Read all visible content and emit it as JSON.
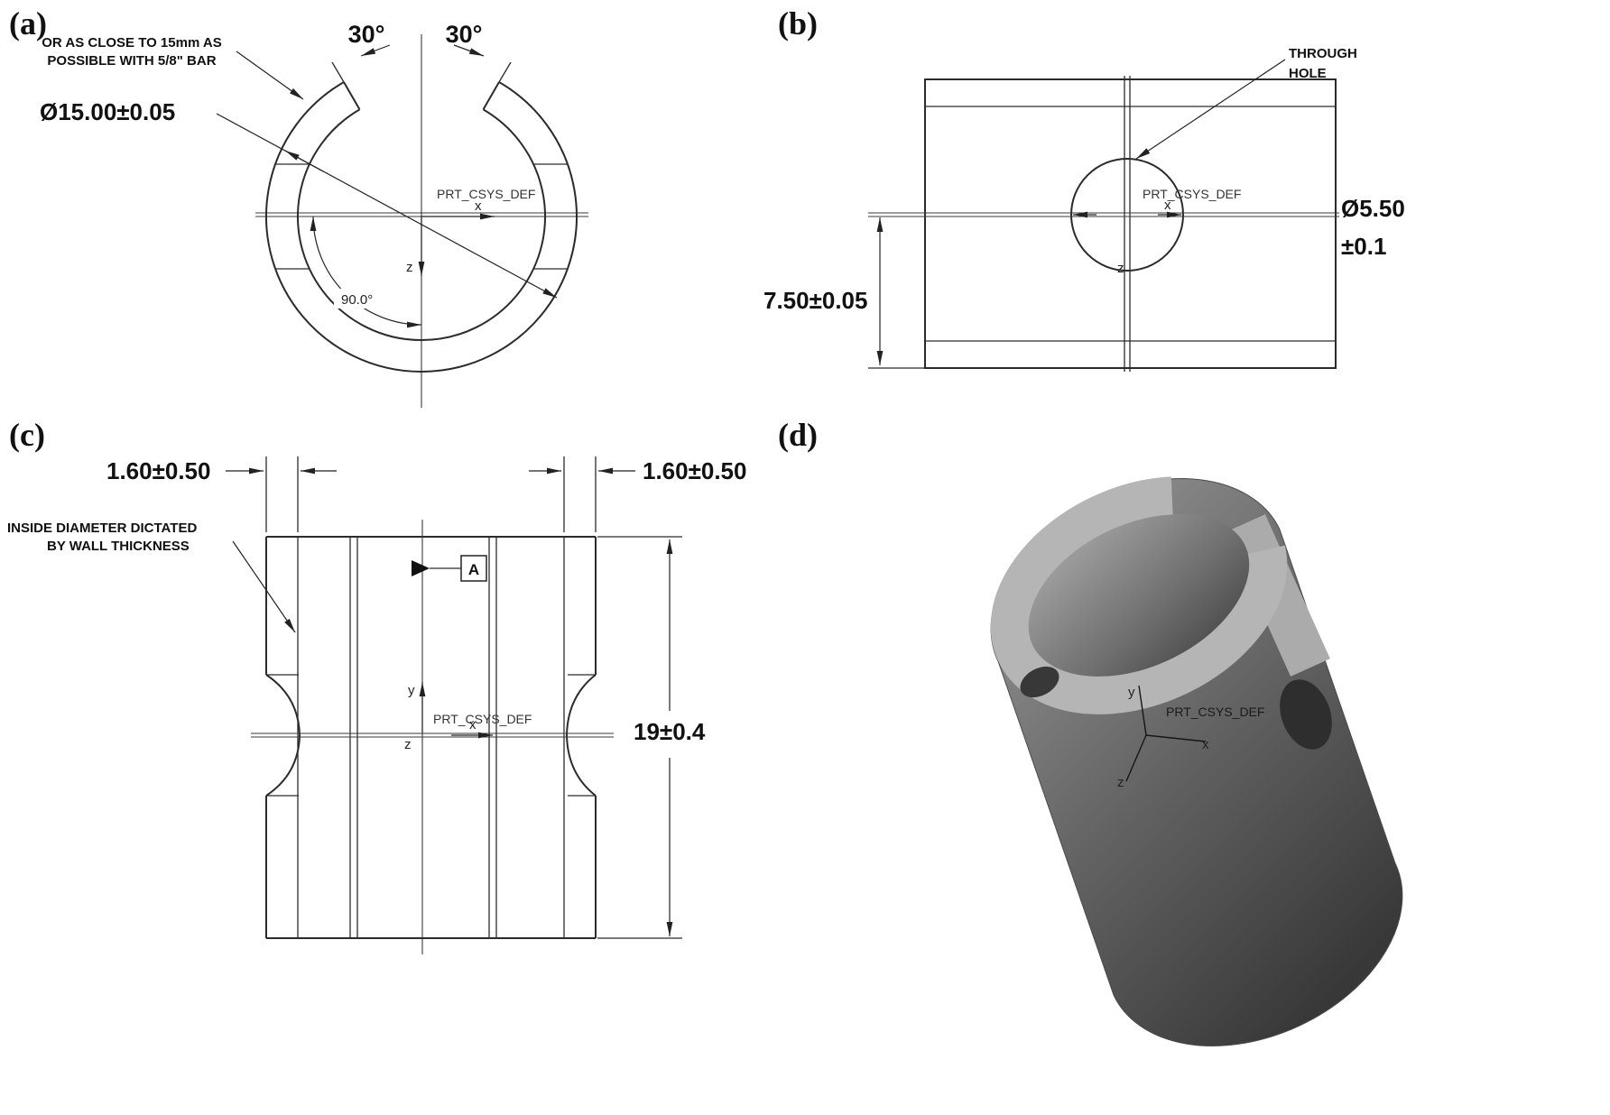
{
  "panels": {
    "a": {
      "label": "(a)",
      "note_line1": "OR AS CLOSE TO 15mm AS",
      "note_line2": "POSSIBLE WITH 5/8\" BAR",
      "diameter_dim": "Ø15.00±0.05",
      "angle_left": "30°",
      "angle_right": "30°",
      "arc_angle": "90.0°",
      "csys": "PRT_CSYS_DEF",
      "axis_x": "x",
      "axis_z": "z"
    },
    "b": {
      "label": "(b)",
      "callout_line1": "THROUGH",
      "callout_line2": "HOLE",
      "csys": "PRT_CSYS_DEF",
      "axis_x": "x",
      "axis_z": "z",
      "hole_dia_value": "Ø5.50",
      "hole_dia_tol": "±0.1",
      "offset_dim": "7.50±0.05"
    },
    "c": {
      "label": "(c)",
      "wall_dim_left": "1.60±0.50",
      "wall_dim_right": "1.60±0.50",
      "note_line1": "INSIDE DIAMETER DICTATED",
      "note_line2": "BY WALL THICKNESS",
      "datum": "A",
      "csys": "PRT_CSYS_DEF",
      "axis_x": "x",
      "axis_y": "y",
      "axis_z": "z",
      "height_dim": "19±0.4"
    },
    "d": {
      "label": "(d)",
      "csys": "PRT_CSYS_DEF",
      "axis_x": "x",
      "axis_y": "y",
      "axis_z": "z"
    }
  }
}
